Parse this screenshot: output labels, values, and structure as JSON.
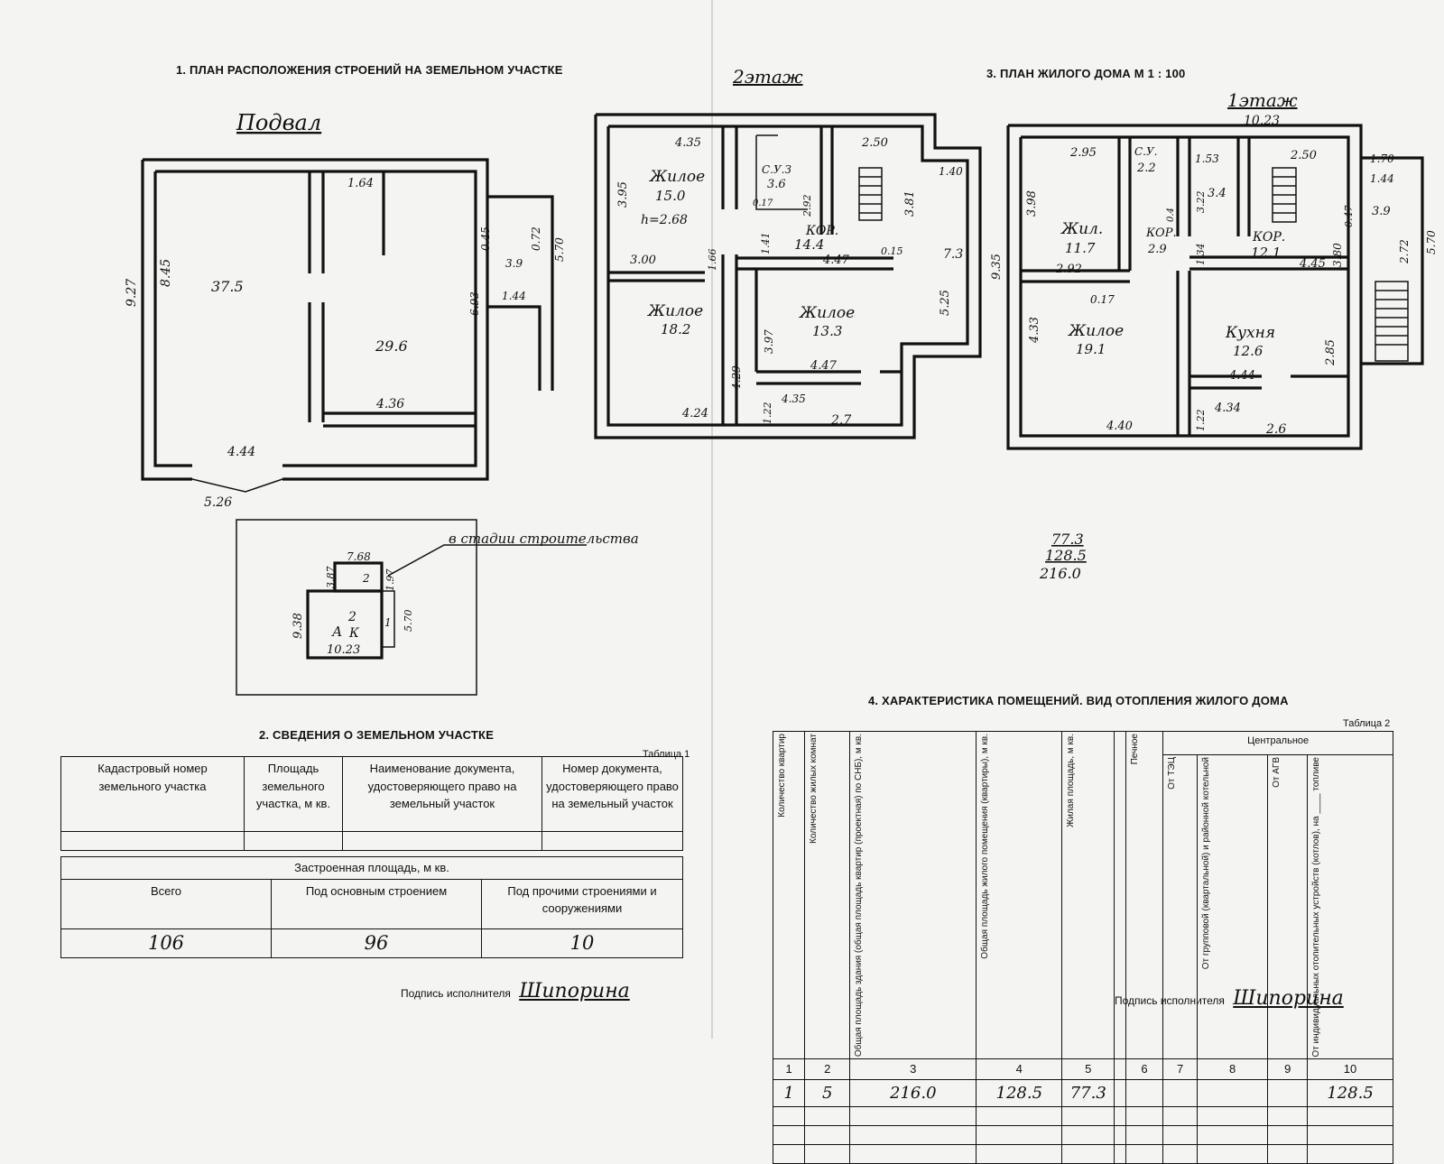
{
  "headings": {
    "plot_layout": "1. ПЛАН РАСПОЛОЖЕНИЯ СТРОЕНИЙ НА ЗЕМЕЛЬНОМ УЧАСТКЕ",
    "plot_info": "2. СВЕДЕНИЯ О ЗЕМЕЛЬНОМ УЧАСТКЕ",
    "house_plan": "3. ПЛАН ЖИЛОГО ДОМА М 1 : 100",
    "rooms": "4. ХАРАКТЕРИСТИКА ПОМЕЩЕНИЙ. ВИД ОТОПЛЕНИЯ ЖИЛОГО ДОМА"
  },
  "basement": {
    "title": "Подвал",
    "areas": [
      "37.5",
      "29.6"
    ],
    "dims": [
      "9.27",
      "8.45",
      "1.64",
      "0.45",
      "0.72",
      "5.70",
      "3.9",
      "1.44",
      "6.93",
      "4.36",
      "4.44",
      "5.26"
    ]
  },
  "site": {
    "note": "в стадии строительства",
    "labels": [
      "7.68",
      "3.87",
      "2",
      "1.97",
      "9.38",
      "А",
      "2",
      "К",
      "10.23",
      "1",
      "5.70"
    ]
  },
  "floor2": {
    "title": "2этаж",
    "rooms": [
      {
        "name": "Жилое",
        "area": "15.0",
        "height": "h=2.68"
      },
      {
        "name": "С.У.З",
        "area": "3.6"
      },
      {
        "name": "КОР.",
        "area": "14.4"
      },
      {
        "name": "Жилое",
        "area": "18.2"
      },
      {
        "name": "Жилое",
        "area": "13.3"
      }
    ],
    "dims": [
      "4.35",
      "3.95",
      "2.50",
      "1.40",
      "3.81",
      "2.92",
      "0.17",
      "3.00",
      "1.66",
      "1.41",
      "4.47",
      "0.15",
      "5.25",
      "9.35",
      "7.3",
      "4.29",
      "3.97",
      "4.47",
      "4.24",
      "1.22",
      "4.35",
      "2.7"
    ]
  },
  "floor1": {
    "title": "1этаж",
    "rooms": [
      {
        "name": "Жил.",
        "area": "11.7"
      },
      {
        "name": "С.У.",
        "area": "2.2"
      },
      {
        "name": "КОР.",
        "area": "2.9"
      },
      {
        "name": "КОР.",
        "area": "12.1"
      },
      {
        "name": "Жилое",
        "area": "19.1"
      },
      {
        "name": "Кухня",
        "area": "12.6"
      }
    ],
    "dims": [
      "10.23",
      "2.95",
      "1.53",
      "2.50",
      "3.98",
      "3.22",
      "3.4",
      "1.70",
      "1.44",
      "3.9",
      "0.47",
      "2.72",
      "5.70",
      "2.92",
      "1.34",
      "3.80",
      "4.45",
      "0.4",
      "0.17",
      "4.33",
      "2.85",
      "4.44",
      "1.22",
      "4.34",
      "2.6",
      "4.40"
    ]
  },
  "totals": [
    "77.3",
    "128.5",
    "216.0"
  ],
  "table1": {
    "label": "Таблица 1",
    "headers": [
      "Кадастровый номер земельного участка",
      "Площадь земельного участка, м кв.",
      "Наименование документа, удостоверяющего право на земельный участок",
      "Номер документа, удостоверяющего право на земельный участок"
    ],
    "built_area_title": "Застроенная площадь, м кв.",
    "built_headers": [
      "Всего",
      "Под основным строением",
      "Под прочими строениями и сооружениями"
    ],
    "built_values": [
      "106",
      "96",
      "10"
    ]
  },
  "table2": {
    "label": "Таблица 2",
    "group_header": "Центральное",
    "headers": [
      "Количество квартир",
      "Количество жилых комнат",
      "Общая площадь здания (общая площадь квартир (проектная) по СНБ), м кв.",
      "Общая площадь жилого помещения (квартиры), м кв.",
      "Жилая площадь, м кв.",
      "",
      "Печное",
      "От ТЭЦ",
      "От групповой (квартальной) и районной котельной",
      "От АГВ",
      "От индивидуальных отопительных устройств (котлов), на ____ топливе"
    ],
    "numbers": [
      "1",
      "2",
      "3",
      "4",
      "5",
      "",
      "6",
      "7",
      "8",
      "9",
      "10"
    ],
    "row": [
      "1",
      "5",
      "216.0",
      "128.5",
      "77.3",
      "",
      "",
      "",
      "",
      "",
      "128.5"
    ]
  },
  "signature": {
    "left_label": "Подпись исполнителя",
    "right_label": "Подпись исполнителя",
    "name": "Шипорина"
  }
}
